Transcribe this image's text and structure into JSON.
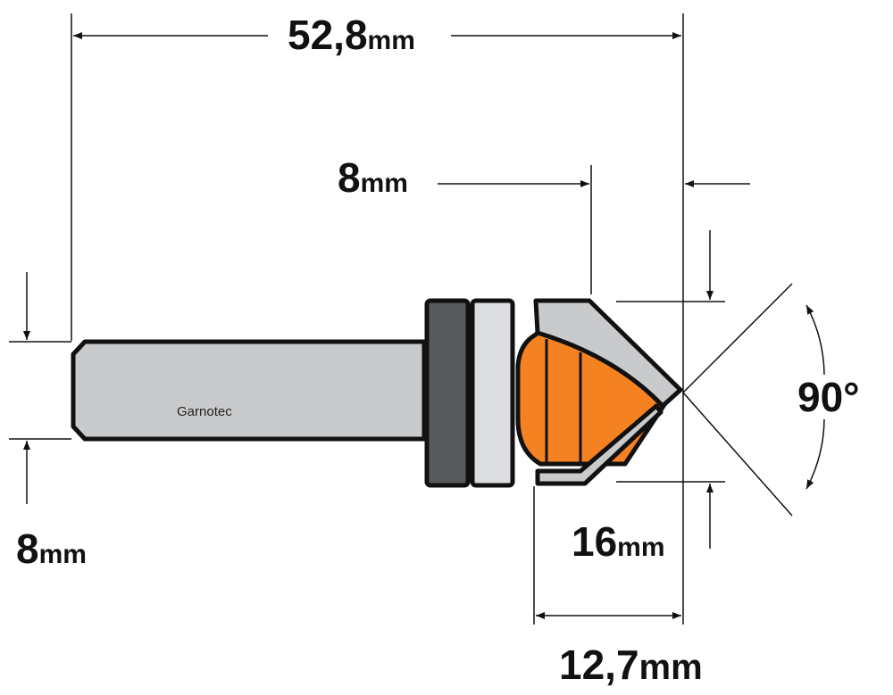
{
  "dimensions": {
    "overall_length": {
      "value": "52,8",
      "unit": "mm"
    },
    "cutting_height": {
      "value": "8",
      "unit": "mm"
    },
    "shank_diameter": {
      "value": "8",
      "unit": "mm"
    },
    "cutting_diameter": {
      "value": "16",
      "unit": "mm"
    },
    "body_length": {
      "value": "12,7",
      "unit": "mm"
    },
    "angle": "90°"
  },
  "brand": "Garnotec",
  "colors": {
    "cutter": "#f58220",
    "shank": "#c9cacc",
    "ring_dark": "#58595b",
    "ring_light": "#dcdde0",
    "line": "#111111"
  }
}
